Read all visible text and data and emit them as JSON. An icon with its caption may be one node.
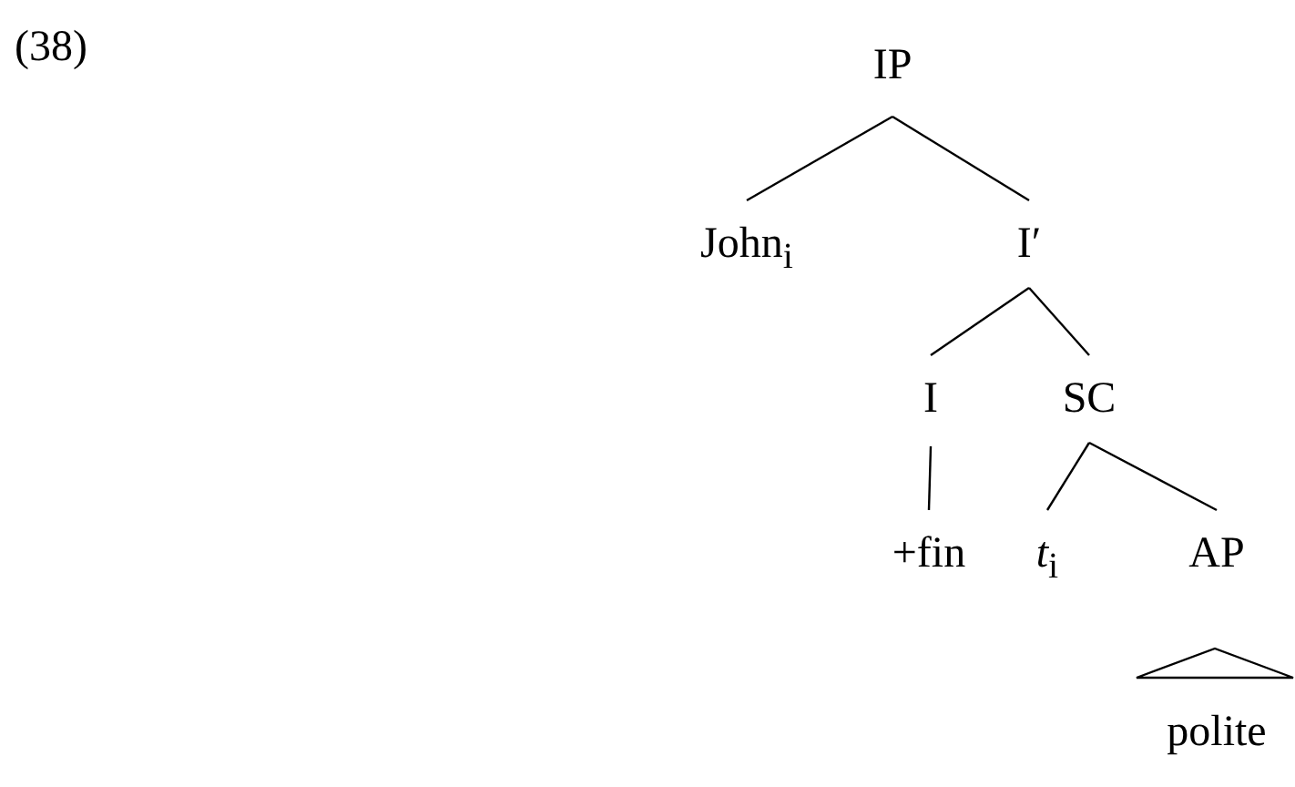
{
  "diagram": {
    "nodes": [
      {
        "text": [
          "IP"
        ]
      },
      {
        "text": [
          "John$_{i}$"
        ]
      },
      {
        "text": [
          "I′"
        ]
      },
      {
        "text": [
          "I"
        ]
      },
      {
        "text": [
          "SC"
        ]
      },
      {
        "text": [
          "+fin"
        ]
      },
      {
        "text": [
          "*t*$_{i}$"
        ]
      },
      {
        "text": [
          "AP"
        ]
      },
      {
        "text": [],
        "shape": "triangle"
      },
      {
        "text": [
          "polite"
        ]
      }
    ],
    "edges": [
      {
        "from": 0,
        "to": 1,
        "arrow": "none"
      },
      {
        "from": 0,
        "to": 2,
        "arrow": "none"
      },
      {
        "from": 2,
        "to": 3,
        "arrow": "none"
      },
      {
        "from": 2,
        "to": 4,
        "arrow": "none"
      },
      {
        "from": 3,
        "to": 5,
        "arrow": "none"
      },
      {
        "from": 4,
        "to": 6,
        "arrow": "none"
      },
      {
        "from": 4,
        "to": 7,
        "arrow": "none"
      }
    ],
    "labels": [
      "(38)"
    ]
  }
}
